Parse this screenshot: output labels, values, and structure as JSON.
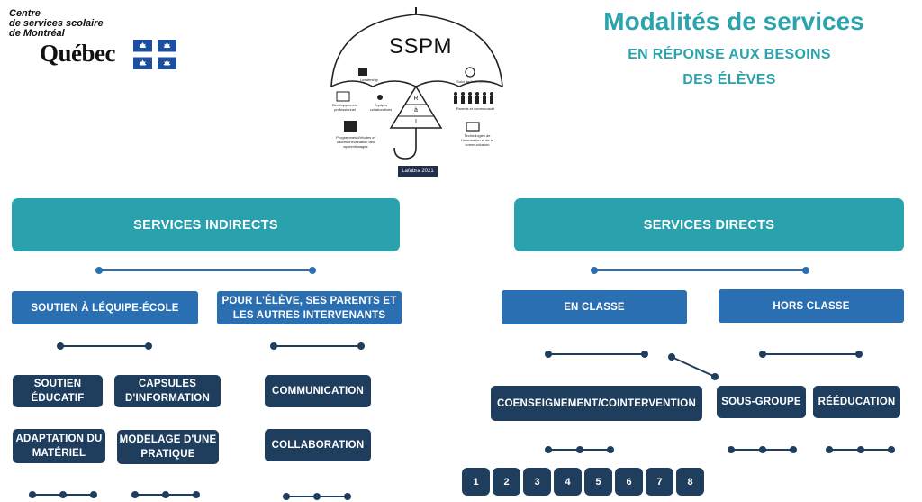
{
  "logo": {
    "line1": "Centre",
    "line2": "de services scolaire",
    "line3": "de Montréal",
    "wordmark": "Québec",
    "flag_color": "#1c4fa0"
  },
  "header": {
    "title": "Modalités de services",
    "subtitle_line1": "EN RÉPONSE AUX BESOINS",
    "subtitle_line2": "DES ÉLÈVES"
  },
  "umbrella": {
    "label": "SSPM",
    "credit": "Lafabra 2021",
    "items": {
      "leadership": "Leadership",
      "dev_pro": "Développement professionnel",
      "equipes": "Équipes collaboratives",
      "programmes": "Programmes d'études et cadres d'évaluation des apprentissages",
      "suivi": "Suivi de l'intervention",
      "parents": "Parents et communauté",
      "technologies": "Technologies de l'information et de la communication"
    },
    "pyramid": [
      "R",
      "à",
      "I"
    ]
  },
  "colors": {
    "teal": "#29a2ad",
    "blue": "#2b6fb3",
    "navy": "#1f3e5e"
  },
  "left": {
    "header": "SERVICES INDIRECTS",
    "branches": [
      "SOUTIEN À LÉQUIPE-ÉCOLE",
      "POUR L'ÉLÈVE, SES PARENTS ET LES AUTRES INTERVENANTS"
    ],
    "items": {
      "soutien_educatif": "SOUTIEN ÉDUCATIF",
      "capsules": "CAPSULES D'INFORMATION",
      "adaptation": "ADAPTATION DU MATÉRIEL",
      "modelage": "MODELAGE D'UNE PRATIQUE",
      "communication": "COMMUNICATION",
      "collaboration": "COLLABORATION"
    }
  },
  "right": {
    "header": "SERVICES DIRECTS",
    "branches": [
      "EN CLASSE",
      "HORS CLASSE"
    ],
    "items": {
      "coenseignement": "COENSEIGNEMENT/COINTERVENTION",
      "sous_groupe": "SOUS-GROUPE",
      "reeducation": "RÉÉDUCATION"
    },
    "numbers": [
      "1",
      "2",
      "3",
      "4",
      "5",
      "6",
      "7",
      "8"
    ]
  }
}
